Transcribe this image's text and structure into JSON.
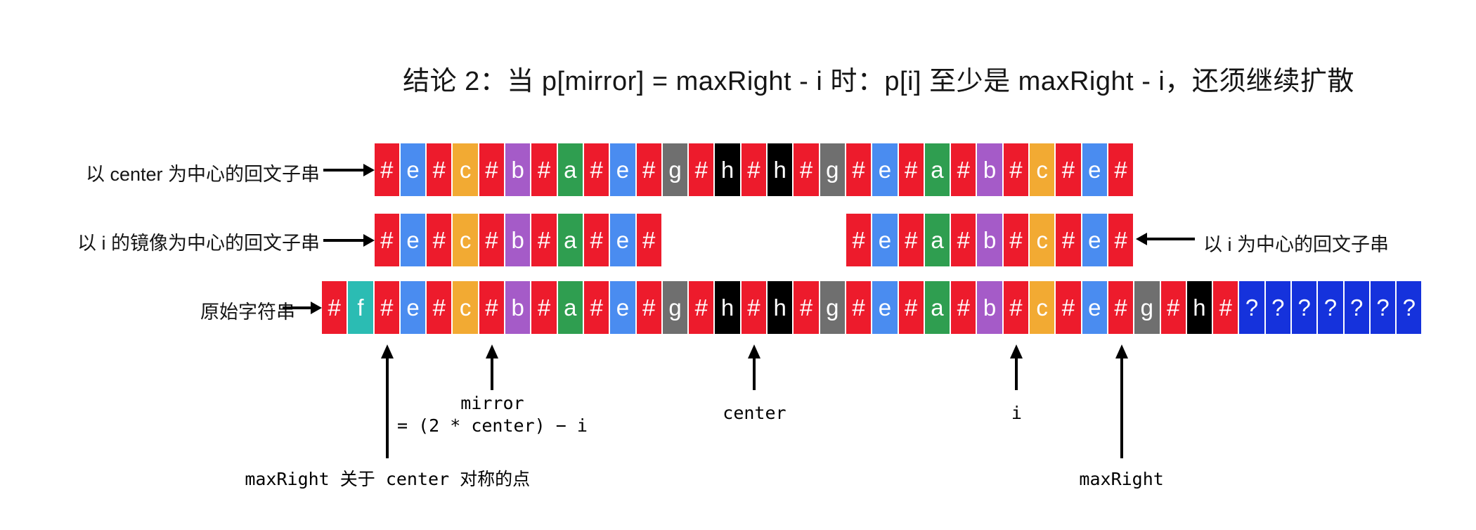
{
  "title": "结论 2：当 p[mirror] = maxRight - i 时：p[i] 至少是 maxRight - i，还须继续扩散",
  "palette": {
    "#": "#ed1b2c",
    "f": "#2bbcb3",
    "e": "#4a8cf0",
    "c": "#f2aa33",
    "b": "#a55bc8",
    "a": "#2f9e50",
    "g": "#6f6f6f",
    "h": "#000000",
    "?": "#1532dc"
  },
  "cell_text_color": "#ffffff",
  "icons": {
    "arrow-right": "→",
    "arrow-left": "←",
    "arrow-up": "↑"
  },
  "rows": [
    {
      "id": "center-palindrome",
      "label": "以 center 为中心的回文子串",
      "start_index": 2,
      "cells": "#e#c#b#a#e#g#h#h#g#e#a#b#c#e#"
    },
    {
      "id": "mirror-palindrome",
      "label": "以 i 的镜像为中心的回文子串",
      "start_index": 2,
      "cells": "#e#c#b#a#e#"
    },
    {
      "id": "i-palindrome",
      "label": "以 i 为中心的回文子串",
      "start_index": 20,
      "cells": "#e#a#b#c#e#"
    },
    {
      "id": "original-string",
      "label": "原始字符串",
      "start_index": 0,
      "cells": "#f#e#c#b#a#e#g#h#h#g#e#a#b#c#e#g#h#???????"
    }
  ],
  "markers": [
    {
      "id": "sym-point",
      "label": "maxRight 关于 center 对称的点",
      "index": 2,
      "length": "long"
    },
    {
      "id": "mirror",
      "label": "mirror",
      "sublabel": "= (2 * center) − i",
      "index": 6,
      "length": "short"
    },
    {
      "id": "center",
      "label": "center",
      "index": 16,
      "length": "short"
    },
    {
      "id": "i",
      "label": "i",
      "index": 26,
      "length": "short"
    },
    {
      "id": "maxright",
      "label": "maxRight",
      "index": 30,
      "length": "long"
    }
  ]
}
